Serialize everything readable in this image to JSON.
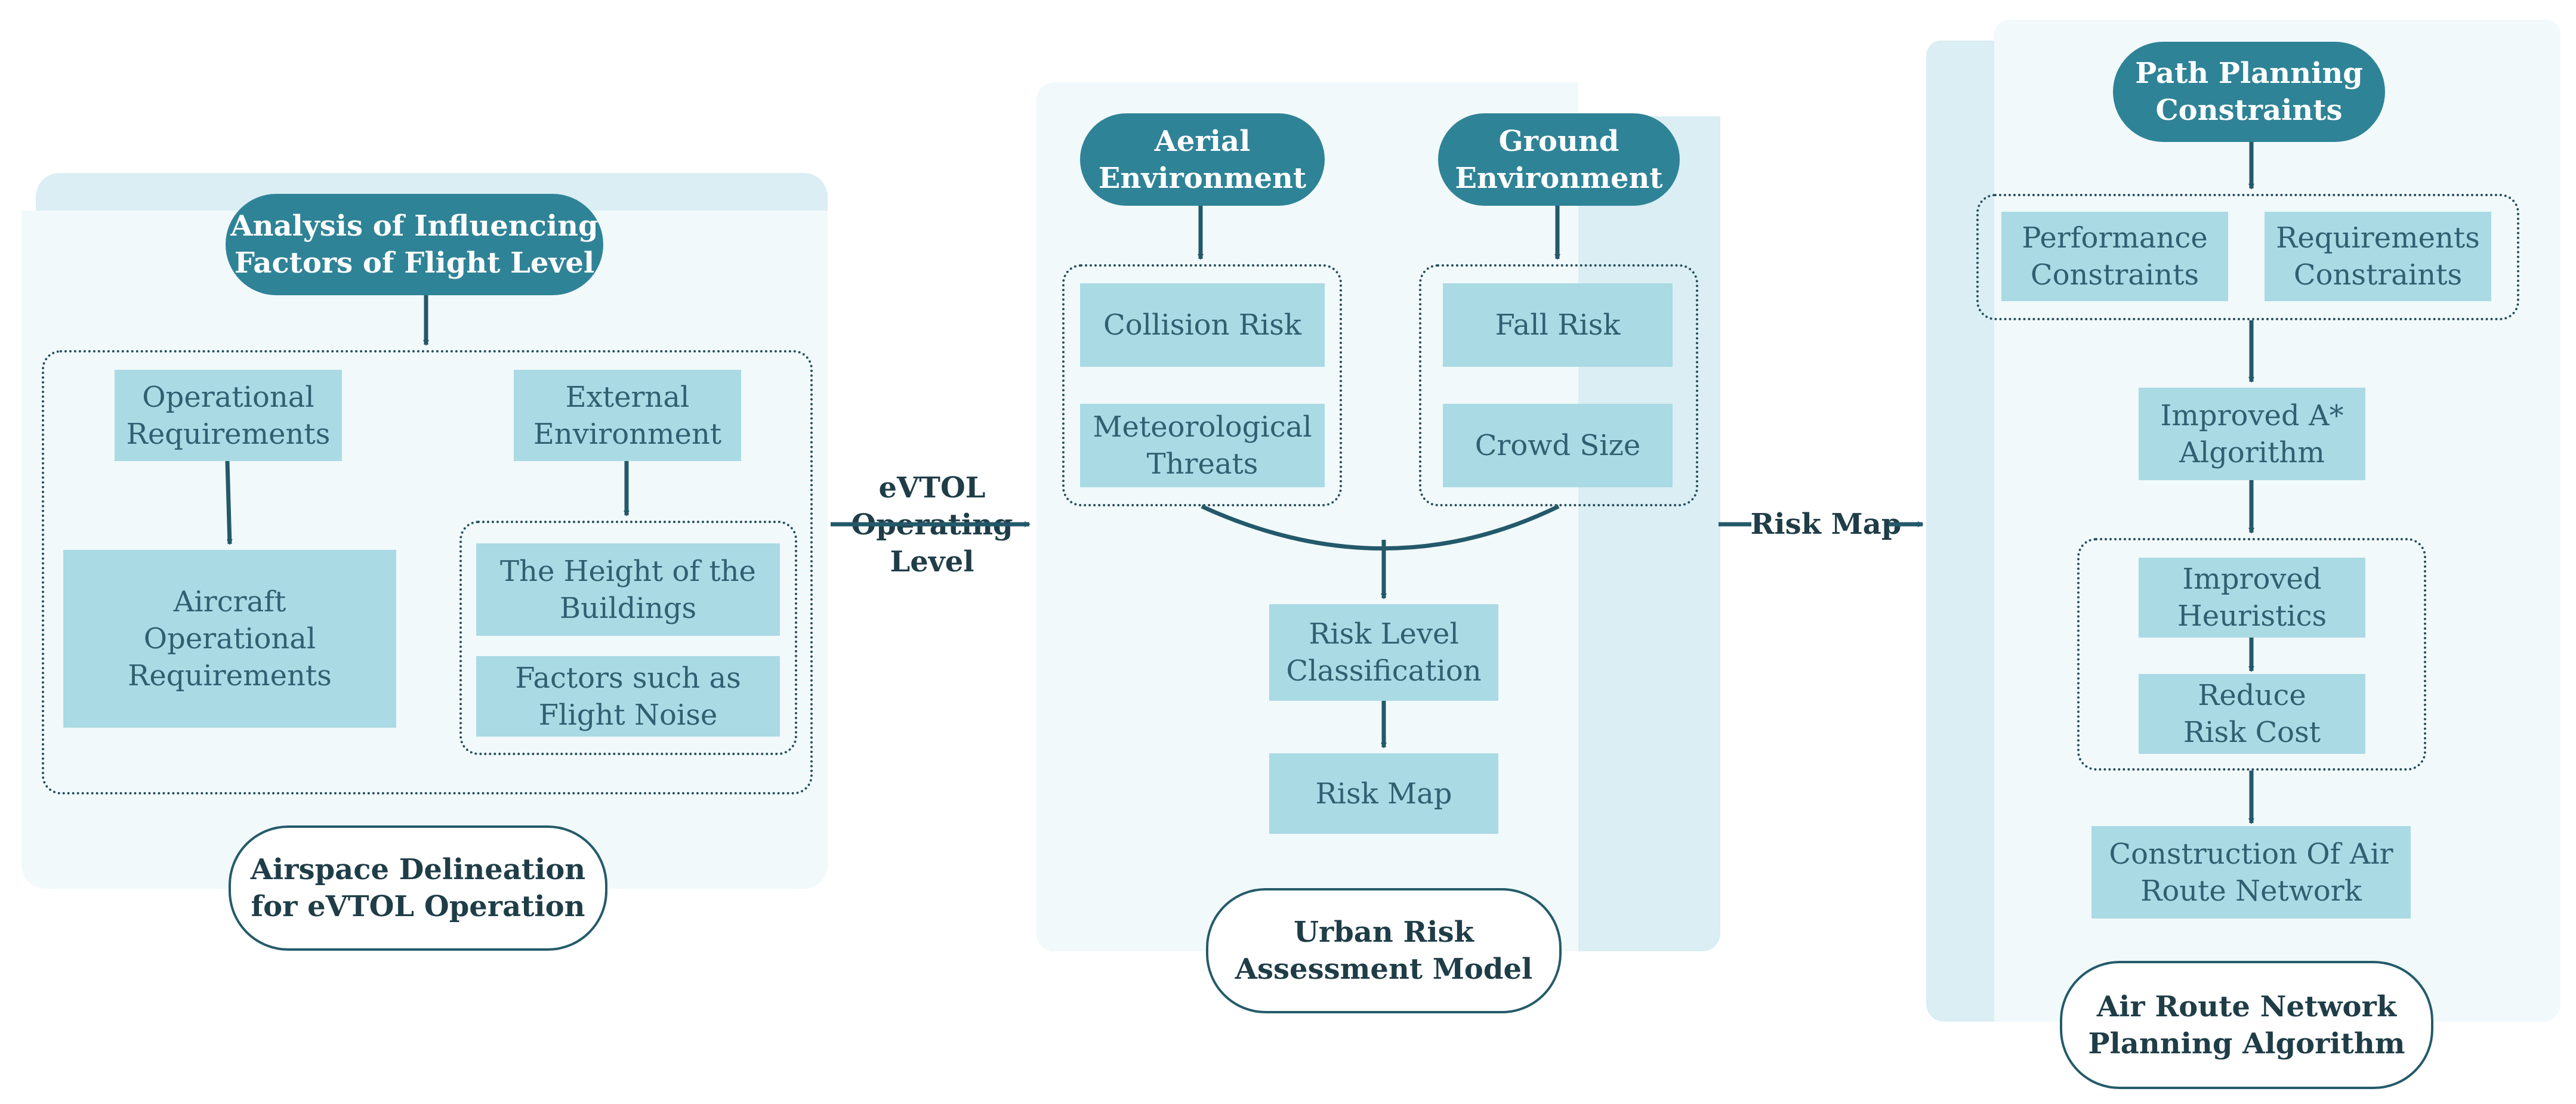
{
  "colors": {
    "panel_back": "#daeef3",
    "panel_front": "#f1f9fb",
    "pill": "#2f8397",
    "box": "#aadae4",
    "box_text": "#2e6071",
    "arrow": "#23596a",
    "caption_border": "#245b6a"
  },
  "left": {
    "header": "Analysis of Influencing\nFactors of Flight Level",
    "operational": "Operational\nRequirements",
    "external": "External\nEnvironment",
    "aircraft": "Aircraft\nOperational\nRequirements",
    "height": "The Height of the\nBuildings",
    "noise": "Factors such as\nFlight Noise",
    "caption": "Airspace Delineation\nfor eVTOL Operation"
  },
  "connector1": "eVTOL\nOperating\nLevel",
  "middle": {
    "aerial": "Aerial\nEnvironment",
    "ground": "Ground\nEnvironment",
    "collision": "Collision Risk",
    "meteo": "Meteorological\nThreats",
    "fall": "Fall Risk",
    "crowd": "Crowd Size",
    "classification": "Risk Level\nClassification",
    "riskmap": "Risk Map",
    "caption": "Urban Risk\nAssessment Model"
  },
  "connector2": "Risk Map",
  "right": {
    "header": "Path Planning\nConstraints",
    "performance": "Performance\nConstraints",
    "requirements": "Requirements\nConstraints",
    "astar": "Improved A*\nAlgorithm",
    "heuristics": "Improved\nHeuristics",
    "reduce": "Reduce\nRisk Cost",
    "construction": "Construction Of Air\nRoute Network",
    "caption": "Air Route Network\nPlanning Algorithm"
  }
}
